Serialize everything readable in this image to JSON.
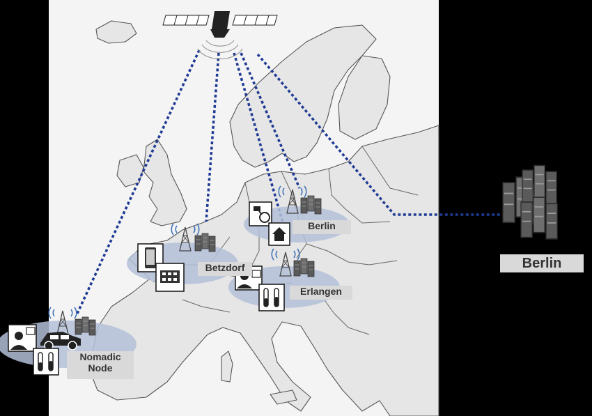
{
  "sites": [
    {
      "id": "berlin-site",
      "label": "Berlin"
    },
    {
      "id": "betzdorf-site",
      "label": "Betzdorf"
    },
    {
      "id": "erlangen-site",
      "label": "Erlangen"
    },
    {
      "id": "nomadic-site",
      "label_line1": "Nomadic",
      "label_line2": "Node"
    }
  ],
  "datacenter": {
    "label": "Berlin"
  },
  "colors": {
    "link": "#1f3a93",
    "map_land": "#ededed",
    "map_border": "#555555",
    "site_ellipse": "#b4c0d8",
    "label_bg": "#d9d9d9",
    "background": "#000000"
  },
  "icons": [
    "satellite-icon",
    "tower-icon",
    "server-icon",
    "phone-icon",
    "film-icon",
    "home-icon",
    "satellite-dish-icon",
    "person-icon",
    "test-tubes-icon",
    "car-icon",
    "datacenter-icon"
  ]
}
